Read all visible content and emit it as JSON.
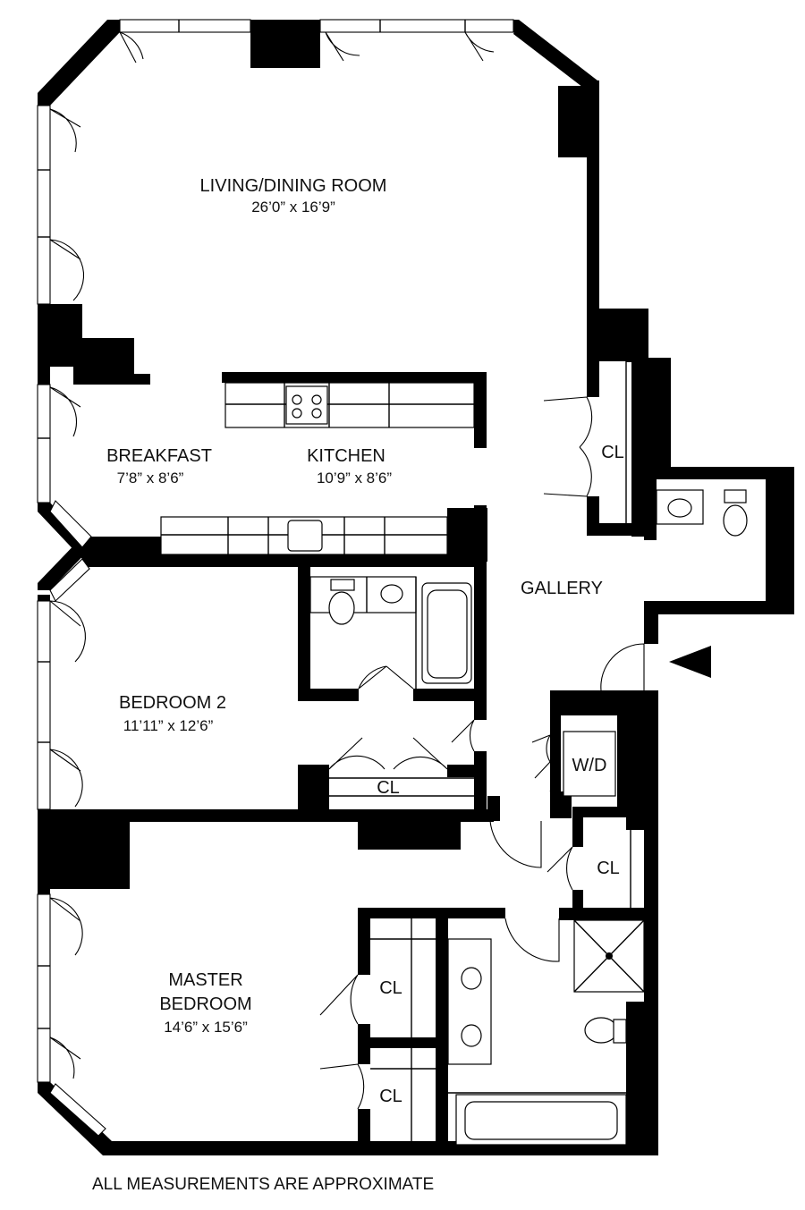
{
  "rooms": {
    "living": {
      "name": "LIVING/DINING ROOM",
      "size": "26’0” x 16’9”"
    },
    "breakfast": {
      "name": "BREAKFAST",
      "size": "7’8” x 8’6”"
    },
    "kitchen": {
      "name": "KITCHEN",
      "size": "10’9” x 8’6”"
    },
    "gallery": {
      "name": "GALLERY"
    },
    "bedroom2": {
      "name": "BEDROOM 2",
      "size": "11’11” x 12’6”"
    },
    "master": {
      "name_line1": "MASTER",
      "name_line2": "BEDROOM",
      "size": "14’6” x 15’6”"
    }
  },
  "closets": {
    "cl_gallery": "CL",
    "cl_bedroom2": "CL",
    "cl_hall": "CL",
    "cl_master_1": "CL",
    "cl_master_2": "CL"
  },
  "laundry": "W/D",
  "footer": "ALL MEASUREMENTS ARE APPROXIMATE",
  "colors": {
    "wall": "#000000",
    "background": "#ffffff"
  }
}
